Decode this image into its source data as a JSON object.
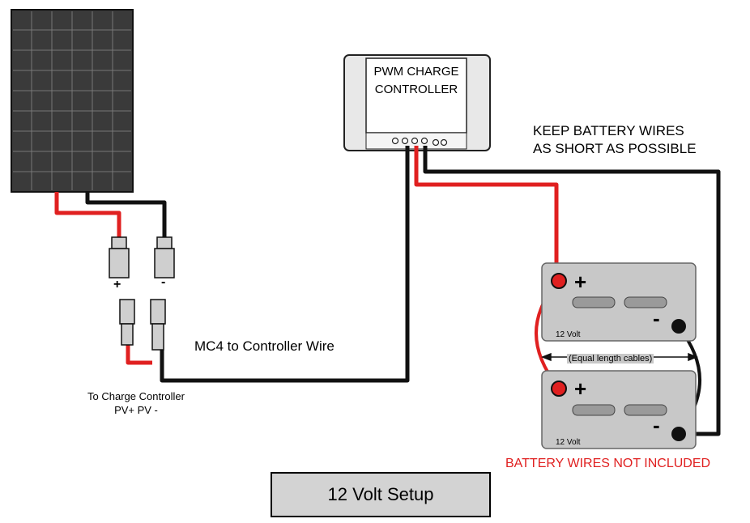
{
  "controller": {
    "title_line1": "PWM CHARGE",
    "title_line2": "CONTROLLER"
  },
  "notes": {
    "keep_line1": "KEEP BATTERY WIRES",
    "keep_line2": "AS SHORT AS POSSIBLE",
    "mc4_wire": "MC4 to Controller Wire",
    "to_charge_controller_line1": "To Charge Controller",
    "to_charge_controller_line2": "PV+  PV -",
    "equal_length": "(Equal length cables)",
    "not_included": "BATTERY WIRES NOT INCLUDED"
  },
  "connectors": {
    "plus": "+",
    "minus": "-"
  },
  "batteries": [
    {
      "label": "12 Volt",
      "plus": "+",
      "minus": "-"
    },
    {
      "label": "12 Volt",
      "plus": "+",
      "minus": "-"
    }
  ],
  "footer": {
    "setup": "12 Volt Setup"
  },
  "colors": {
    "positive": "#e02020",
    "negative": "#111111",
    "panel": "#3a3a3a",
    "battery": "#c8c8c8"
  }
}
